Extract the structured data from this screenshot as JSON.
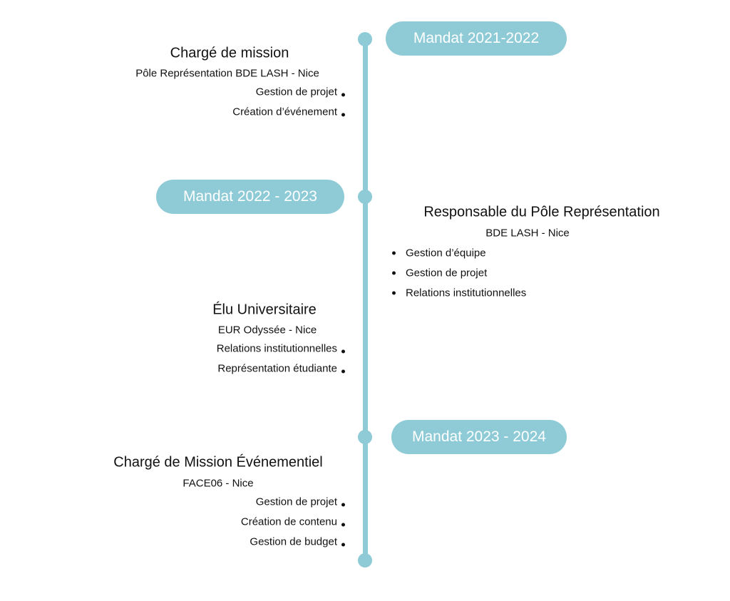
{
  "accent": "#8ecbd6",
  "mandates": [
    "Mandat 2021-2022",
    "Mandat 2022 - 2023",
    "Mandat 2023 - 2024"
  ],
  "roles": [
    {
      "title": "Chargé de mission",
      "org": "Pôle Représentation BDE LASH - Nice",
      "items": [
        "Gestion de projet",
        "Création d’événement"
      ]
    },
    {
      "title": "Responsable du Pôle Représentation",
      "org": "BDE LASH - Nice",
      "items": [
        "Gestion d’équipe",
        "Gestion de projet",
        "Relations institutionnelles"
      ]
    },
    {
      "title": "Élu Universitaire",
      "org": "EUR Odyssée - Nice",
      "items": [
        "Relations institutionnelles",
        "Représentation étudiante"
      ]
    },
    {
      "title": "Chargé de Mission Événementiel",
      "org": "FACE06 - Nice",
      "items": [
        "Gestion de projet",
        "Création de contenu",
        "Gestion de budget"
      ]
    }
  ]
}
